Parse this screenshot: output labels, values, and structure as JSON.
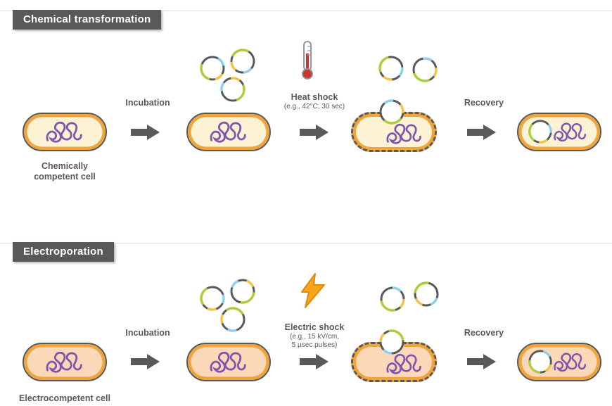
{
  "icons": {
    "heat_shock_step": "thermometer-icon",
    "electric_shock_step": "lightning-bolt-icon",
    "process_arrow": "arrow-right-icon",
    "plasmid": "plasmid-icon",
    "genomic_dna": "dna-squiggle-icon"
  },
  "colors": {
    "outline": "#58595B",
    "text": "#58595B",
    "divider": "#DBDCDD",
    "header_bg": "#58595B",
    "header_text": "#FFFFFF",
    "membrane": "#F0A43C",
    "cell_fill_chemical": "#FCF3D5",
    "cell_fill_electro": "#FAD8B8",
    "dna": "#8055AD",
    "plasmid_green": "#A9CE38",
    "plasmid_blue": "#8BD0EE",
    "plasmid_yellow": "#F5C243",
    "arrow": "#58595B",
    "bolt": "#F9A51A",
    "bolt_outline": "#DB8B10",
    "mercury": "#C8372D"
  },
  "sections": [
    {
      "header": "Chemical transformation",
      "start_cell_caption": "Chemically competent cell",
      "steps": [
        {
          "label": "Incubation"
        },
        {
          "label": "Heat shock",
          "sublabel": "(e.g., 42°C, 30 sec)"
        },
        {
          "label": "Recovery"
        }
      ]
    },
    {
      "header": "Electroporation",
      "start_cell_caption": "Electrocompetent cell",
      "steps": [
        {
          "label": "Incubation"
        },
        {
          "label": "Electric shock",
          "sublabel": "(e.g., 15 kV/cm,",
          "sublabel2": "5 µsec pulses)"
        },
        {
          "label": "Recovery"
        }
      ]
    }
  ]
}
